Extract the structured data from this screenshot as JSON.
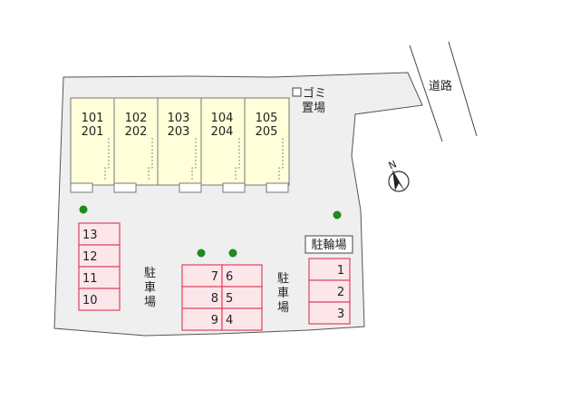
{
  "road": {
    "label": "道路"
  },
  "garbage": {
    "label_line1": "ゴミ",
    "label_line2": "置場"
  },
  "compass": {
    "north_label": "N"
  },
  "bike_parking": {
    "label": "駐輪場",
    "spaces": [
      "1",
      "2",
      "3"
    ]
  },
  "parking_left": {
    "label": [
      "駐",
      "車",
      "場"
    ],
    "spaces": [
      "13",
      "12",
      "11",
      "10"
    ]
  },
  "parking_center": {
    "label": [
      "駐",
      "車",
      "場"
    ],
    "rows": [
      {
        "left": "7",
        "right": "6"
      },
      {
        "left": "8",
        "right": "5"
      },
      {
        "left": "9",
        "right": "4"
      }
    ]
  },
  "building": {
    "units": [
      {
        "upper": "101",
        "lower": "201"
      },
      {
        "upper": "102",
        "lower": "202"
      },
      {
        "upper": "103",
        "lower": "203"
      },
      {
        "upper": "104",
        "lower": "204"
      },
      {
        "upper": "105",
        "lower": "205"
      }
    ]
  },
  "colors": {
    "site": "#efefef",
    "building": "#ffffd9",
    "parking_fill": "#fde6ea",
    "parking_border": "#d9455f",
    "tree": "#1e8b1e"
  }
}
